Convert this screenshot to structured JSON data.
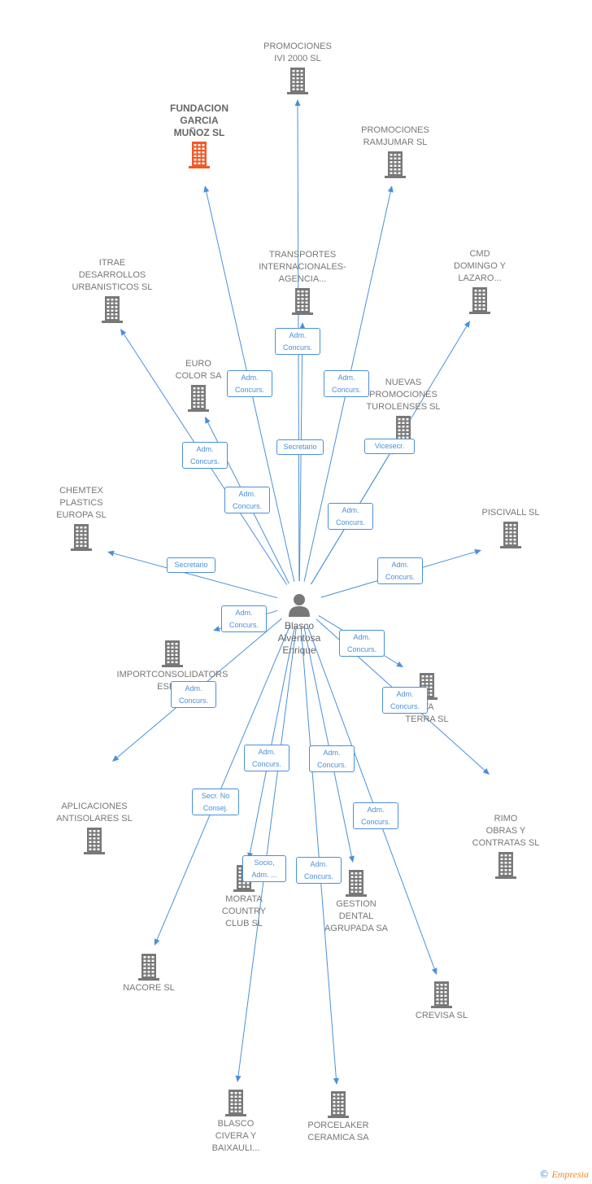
{
  "colors": {
    "edge": "#4a90d9",
    "building": "#787878",
    "highlight": "#f05a28",
    "person": "#787878"
  },
  "person": {
    "name": "Blasco\nAlventosa\nEnrique",
    "icon": "person-icon"
  },
  "companies": [
    {
      "id": "promociones-ivi",
      "name": "PROMOCIONES\nIVI 2000 SL"
    },
    {
      "id": "fundacion",
      "name": "FUNDACION\nGARCIA\nMUÑOZ SL",
      "highlight": true
    },
    {
      "id": "ramjumar",
      "name": "PROMOCIONES\nRAMJUMAR SL"
    },
    {
      "id": "itrae",
      "name": "ITRAE\nDESARROLLOS\nURBANISTICOS SL"
    },
    {
      "id": "transportes",
      "name": "TRANSPORTES\nINTERNACIONALES-\nAGENCIA..."
    },
    {
      "id": "cmd",
      "name": "CMD\nDOMINGO Y\nLAZARO..."
    },
    {
      "id": "euro-color",
      "name": "EURO\nCOLOR SA"
    },
    {
      "id": "nuevas",
      "name": "NUEVAS\nPROMOCIONES\nTUROLENSES SL"
    },
    {
      "id": "chemtex",
      "name": "CHEMTEX\nPLASTICS\nEUROPA SL"
    },
    {
      "id": "piscivall",
      "name": "PISCIVALL SL"
    },
    {
      "id": "importconsoladators",
      "name": "IMPORTCONSOLIDATORS\nESPA..."
    },
    {
      "id": "iva-terra",
      "name": "IVA\nTERRA SL"
    },
    {
      "id": "aplicaciones",
      "name": "APLICACIONES\nANTISOLARES SL"
    },
    {
      "id": "rimo",
      "name": "RIMO\nOBRAS Y\nCONTRATAS SL"
    },
    {
      "id": "morata",
      "name": "MORATA\nCOUNTRY\nCLUB SL"
    },
    {
      "id": "gestion",
      "name": "GESTION\nDENTAL\nAGRUPADA SA"
    },
    {
      "id": "nacore",
      "name": "NACORE SL"
    },
    {
      "id": "crevisa",
      "name": "CREVISA SL"
    },
    {
      "id": "blasco-civera",
      "name": "BLASCO\nCIVERA Y\nBAIXAULI..."
    },
    {
      "id": "porcelaker",
      "name": "PORCELAKER\nCERAMICA SA"
    }
  ],
  "edges": [
    {
      "to": "promociones-ivi",
      "label": "Secretario"
    },
    {
      "to": "fundacion",
      "label": "Adm.\nConcurs."
    },
    {
      "to": "ramjumar",
      "label": "Adm.\nConcurs."
    },
    {
      "to": "itrae",
      "label": "Adm.\nConcurs."
    },
    {
      "to": "transportes",
      "label": "Adm.\nConcurs."
    },
    {
      "to": "cmd",
      "label": "Vicesecr."
    },
    {
      "to": "euro-color",
      "label": "Adm.\nConcurs."
    },
    {
      "to": "nuevas",
      "label": "Adm.\nConcurs."
    },
    {
      "to": "chemtex",
      "label": "Secretario"
    },
    {
      "to": "piscivall",
      "label": "Adm.\nConcurs."
    },
    {
      "to": "importconsoladators",
      "label": "Adm.\nConcurs."
    },
    {
      "to": "iva-terra",
      "label": "Adm.\nConcurs."
    },
    {
      "to": "aplicaciones",
      "label": "Adm.\nConcurs."
    },
    {
      "to": "rimo",
      "label": "Adm.\nConcurs."
    },
    {
      "to": "morata",
      "label": "Adm.\nConcurs."
    },
    {
      "to": "gestion",
      "label": "Adm.\nConcurs."
    },
    {
      "to": "nacore",
      "label": "Secr.  No\nConsej."
    },
    {
      "to": "crevisa",
      "label": "Adm.\nConcurs."
    },
    {
      "to": "blasco-civera",
      "label": "Socio,\nAdm. ..."
    },
    {
      "to": "porcelaker",
      "label": "Adm.\nConcurs."
    }
  ],
  "brand": {
    "copyright": "©",
    "name": "Empresia"
  }
}
